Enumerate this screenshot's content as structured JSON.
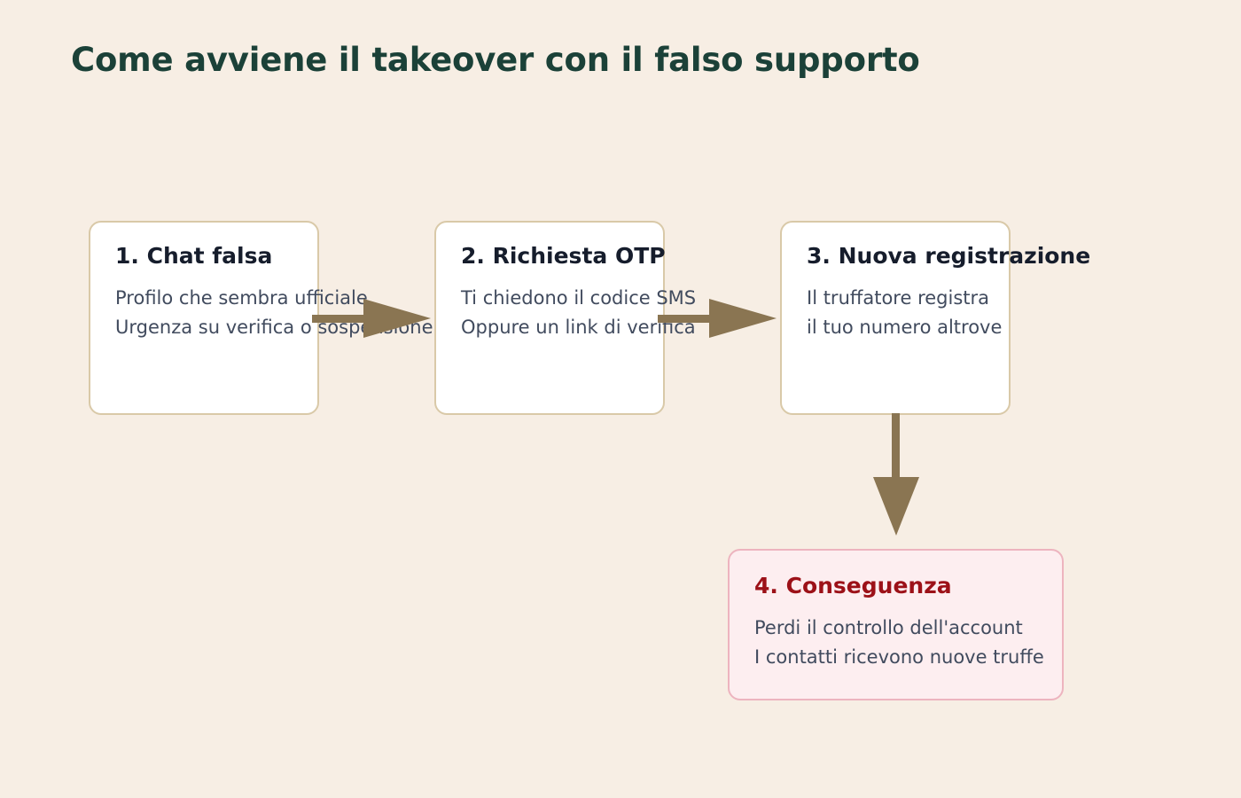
{
  "page": {
    "title": "Come avviene il takeover con il falso supporto",
    "background_color": "#f7eee4",
    "title_color": "#1b4138"
  },
  "theme": {
    "box_fill": "#ffffff",
    "box_border": "#d9c9a8",
    "box_title_color": "#161d2c",
    "box_body_color": "#414b5e",
    "danger_fill": "#fdeef0",
    "danger_border": "#edb4bf",
    "danger_title_color": "#9c1118",
    "arrow_color": "#8a7552"
  },
  "flow": {
    "nodes": [
      {
        "id": "step-1",
        "title": "1. Chat falsa",
        "lines": [
          "Profilo che sembra ufficiale",
          "Urgenza su verifica o sospensione"
        ],
        "variant": "default"
      },
      {
        "id": "step-2",
        "title": "2. Richiesta OTP",
        "lines": [
          "Ti chiedono il codice SMS",
          "Oppure un link di verifica"
        ],
        "variant": "default"
      },
      {
        "id": "step-3",
        "title": "3. Nuova registrazione",
        "lines": [
          "Il truffatore registra",
          "il tuo numero altrove"
        ],
        "variant": "default"
      },
      {
        "id": "step-4",
        "title": "4. Conseguenza",
        "lines": [
          "Perdi il controllo dell'account",
          "I contatti ricevono nuove truffe"
        ],
        "variant": "danger"
      }
    ],
    "connectors": [
      {
        "id": "conn-1-2",
        "from": "step-1",
        "to": "step-2",
        "direction": "right"
      },
      {
        "id": "conn-2-3",
        "from": "step-2",
        "to": "step-3",
        "direction": "right"
      },
      {
        "id": "conn-3-4",
        "from": "step-3",
        "to": "step-4",
        "direction": "down"
      }
    ]
  }
}
